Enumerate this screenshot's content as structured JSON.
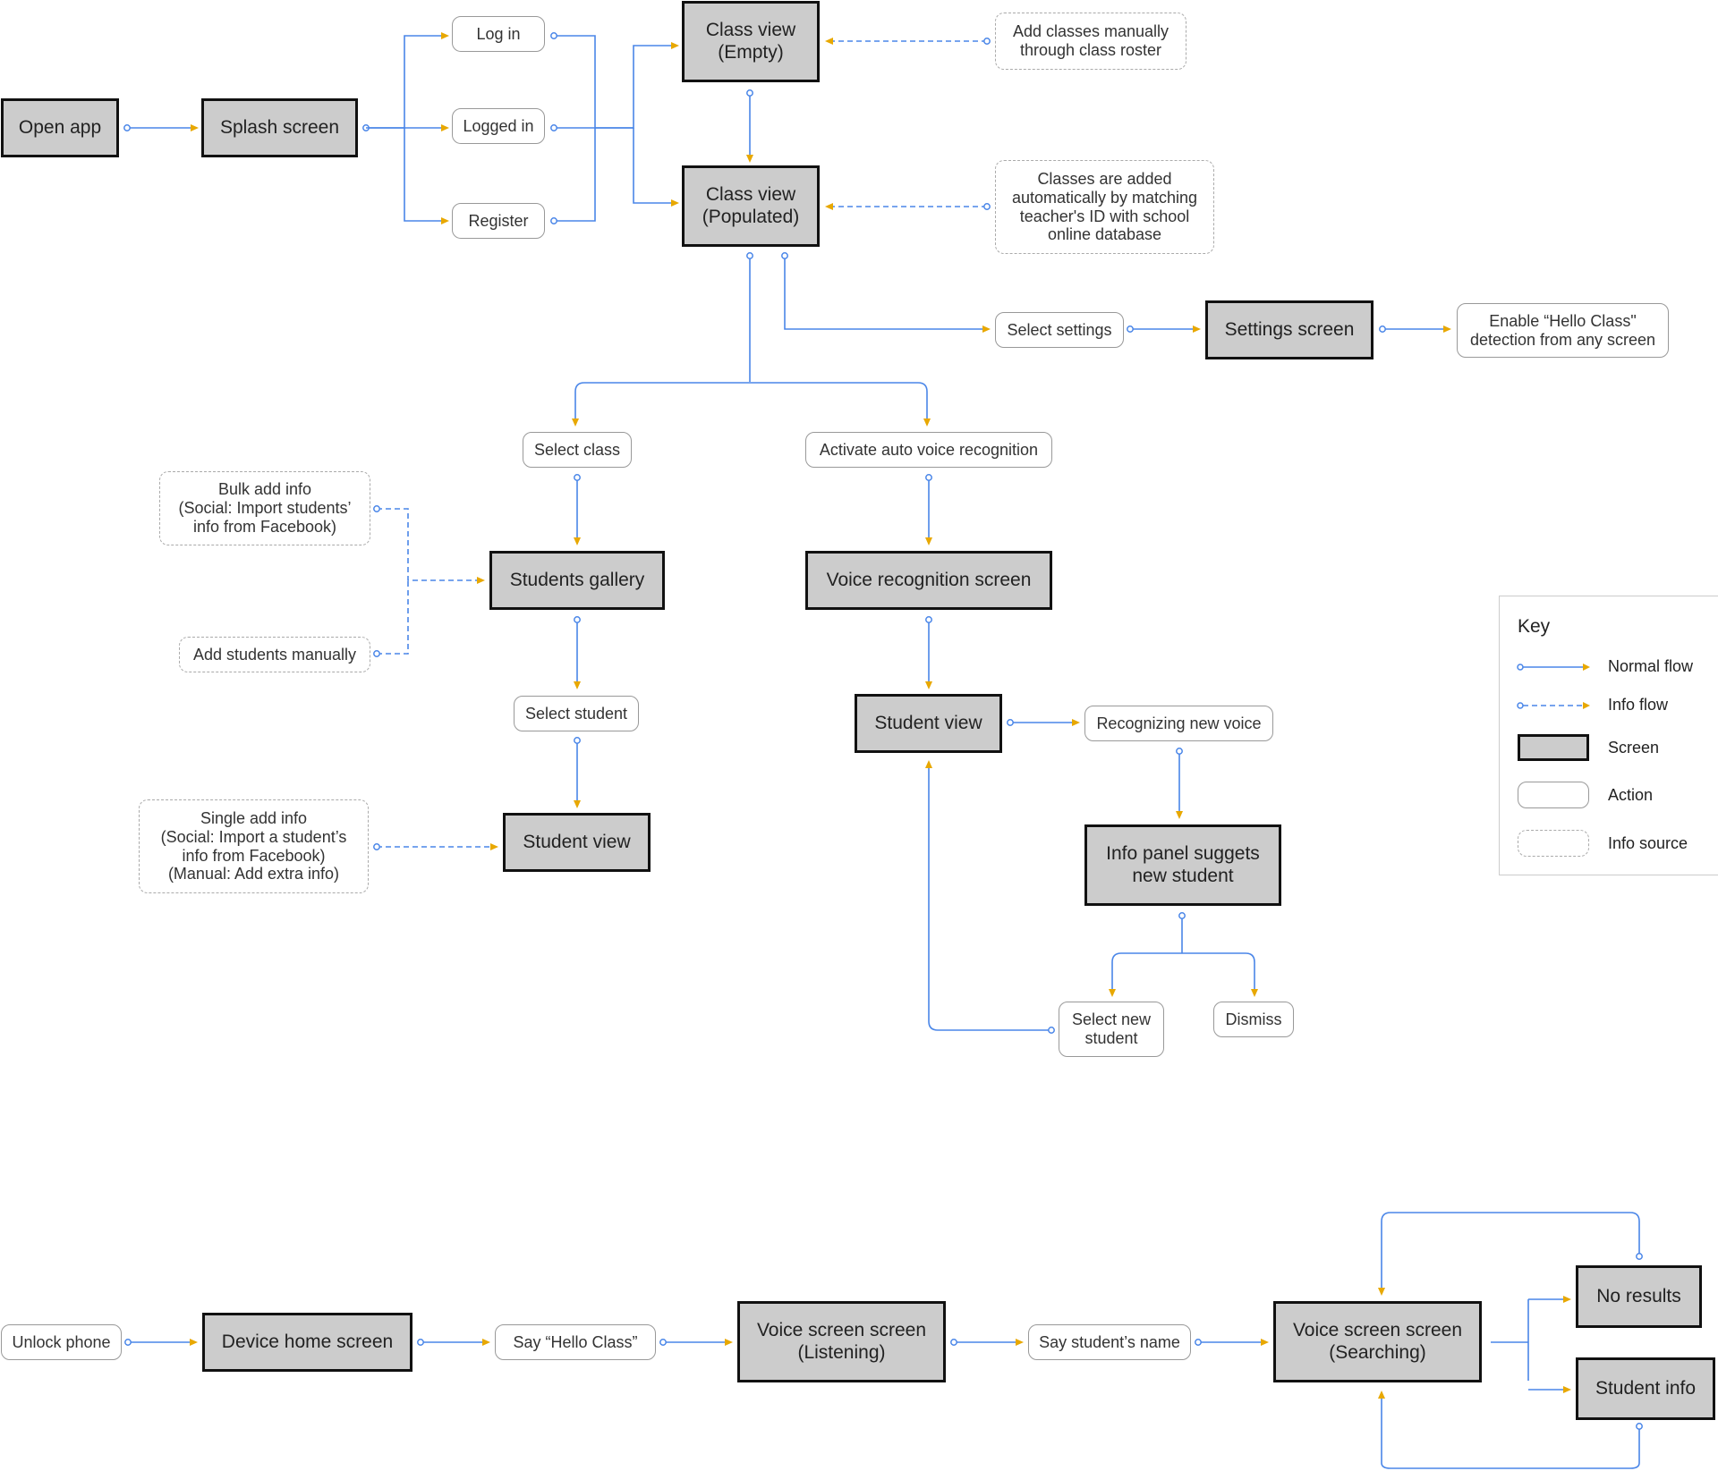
{
  "colors": {
    "flow": "#4a86e8",
    "arrowhead": "#e8a800",
    "screen_fill": "#cccccc",
    "screen_border": "#111111",
    "action_border": "#999999",
    "info_border": "#aaaaaa"
  },
  "nodes": [
    {
      "id": "open-app",
      "type": "screen",
      "label": "Open app"
    },
    {
      "id": "splash-screen",
      "type": "screen",
      "label": "Splash screen"
    },
    {
      "id": "log-in",
      "type": "action",
      "label": "Log in"
    },
    {
      "id": "logged-in",
      "type": "action",
      "label": "Logged in"
    },
    {
      "id": "register",
      "type": "action",
      "label": "Register"
    },
    {
      "id": "class-view-empty",
      "type": "screen",
      "label": "Class view\n(Empty)"
    },
    {
      "id": "class-view-populated",
      "type": "screen",
      "label": "Class view\n(Populated)"
    },
    {
      "id": "add-classes-manually",
      "type": "info",
      "label": "Add classes manually\nthrough class roster"
    },
    {
      "id": "classes-added-automatically",
      "type": "info",
      "label": "Classes are added\nautomatically by matching\nteacher's ID with school\nonline database"
    },
    {
      "id": "select-settings",
      "type": "action",
      "label": "Select settings"
    },
    {
      "id": "settings-screen",
      "type": "screen",
      "label": "Settings screen"
    },
    {
      "id": "enable-hello-class",
      "type": "action",
      "label": "Enable “Hello Class\"\ndetection from any screen"
    },
    {
      "id": "select-class",
      "type": "action",
      "label": "Select class"
    },
    {
      "id": "activate-voice-recognition",
      "type": "action",
      "label": "Activate auto voice recognition"
    },
    {
      "id": "bulk-add-info",
      "type": "info",
      "label": "Bulk add info\n(Social: Import students’\ninfo from Facebook)"
    },
    {
      "id": "add-students-manually",
      "type": "info",
      "label": "Add students manually"
    },
    {
      "id": "students-gallery",
      "type": "screen",
      "label": "Students gallery"
    },
    {
      "id": "voice-recognition-screen",
      "type": "screen",
      "label": "Voice recognition screen"
    },
    {
      "id": "select-student",
      "type": "action",
      "label": "Select student"
    },
    {
      "id": "single-add-info",
      "type": "info",
      "label": "Single add info\n(Social: Import a student’s\ninfo from Facebook)\n(Manual: Add extra info)"
    },
    {
      "id": "student-view-left",
      "type": "screen",
      "label": "Student view"
    },
    {
      "id": "student-view-right",
      "type": "screen",
      "label": "Student view"
    },
    {
      "id": "recognizing-new-voice",
      "type": "action",
      "label": "Recognizing new voice"
    },
    {
      "id": "info-panel-suggests",
      "type": "screen",
      "label": "Info panel suggets\nnew student"
    },
    {
      "id": "select-new-student",
      "type": "action",
      "label": "Select new\nstudent"
    },
    {
      "id": "dismiss",
      "type": "action",
      "label": "Dismiss"
    },
    {
      "id": "unlock-phone",
      "type": "action",
      "label": "Unlock phone"
    },
    {
      "id": "device-home-screen",
      "type": "screen",
      "label": "Device home screen"
    },
    {
      "id": "say-hello-class",
      "type": "action",
      "label": "Say “Hello Class”"
    },
    {
      "id": "voice-screen-listening",
      "type": "screen",
      "label": "Voice screen screen\n(Listening)"
    },
    {
      "id": "say-student-name",
      "type": "action",
      "label": "Say student’s name"
    },
    {
      "id": "voice-screen-searching",
      "type": "screen",
      "label": "Voice screen screen\n(Searching)"
    },
    {
      "id": "no-results",
      "type": "screen",
      "label": "No results"
    },
    {
      "id": "student-info",
      "type": "screen",
      "label": "Student info"
    }
  ],
  "key": {
    "title": "Key",
    "items": [
      {
        "kind": "normal-flow",
        "label": "Normal flow"
      },
      {
        "kind": "info-flow",
        "label": "Info flow"
      },
      {
        "kind": "screen",
        "label": "Screen"
      },
      {
        "kind": "action",
        "label": "Action"
      },
      {
        "kind": "info-source",
        "label": "Info source"
      }
    ]
  }
}
